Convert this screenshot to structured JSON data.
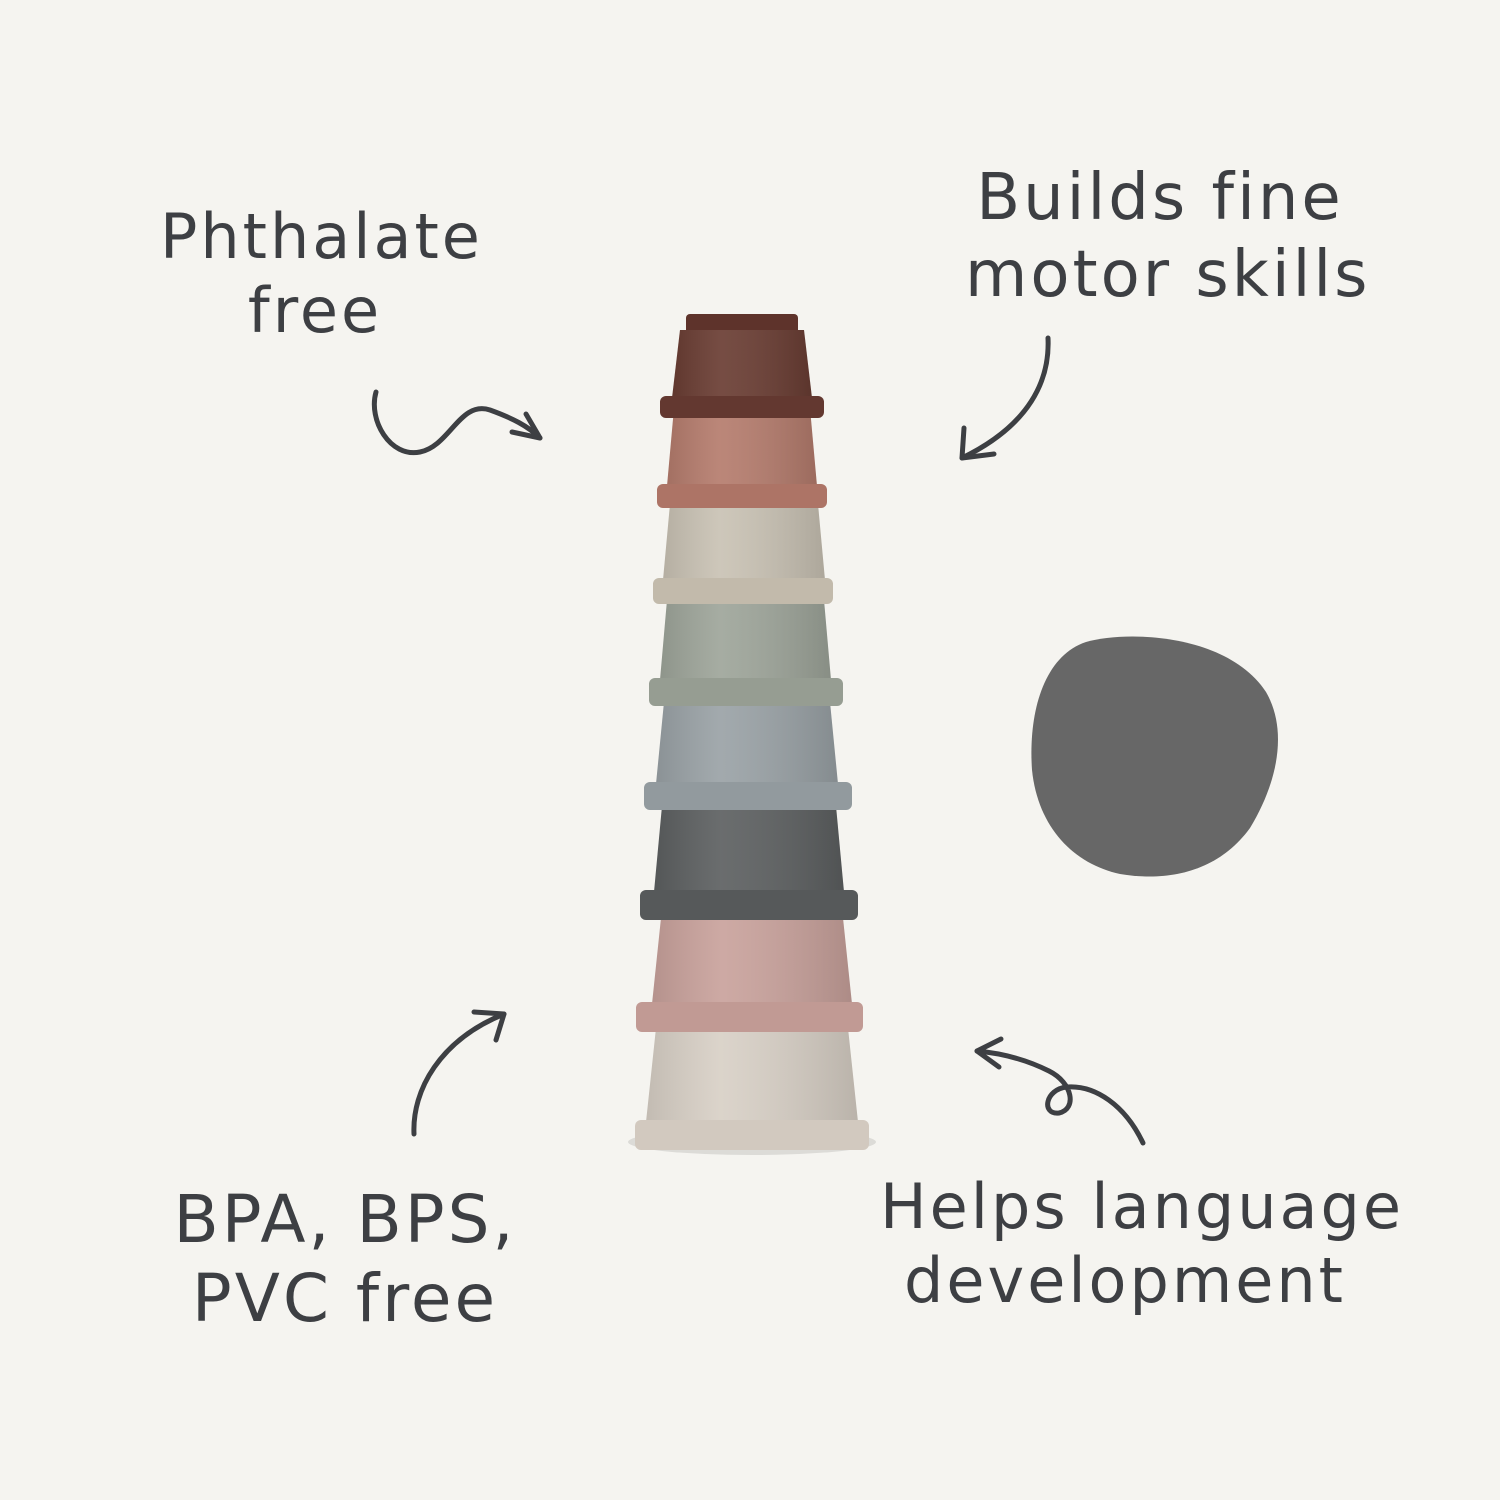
{
  "notes": {
    "phthalate": {
      "line1": "Phthalate",
      "line2": "free"
    },
    "motor": {
      "line1": "Builds fine",
      "line2": "motor skills"
    },
    "bpa": {
      "line1": "BPA, BPS,",
      "line2": "PVC free"
    },
    "language": {
      "line1": "Helps language",
      "line2": "development"
    }
  },
  "colors": {
    "background": "#f5f4f0",
    "text": "#3d3f43",
    "blob": "#676767",
    "cups": [
      "#6a3d33",
      "#b57c6d",
      "#c9c2b4",
      "#9ea59a",
      "#9aa2a6",
      "#5d6061",
      "#c9a29c",
      "#d8d0c6"
    ]
  }
}
